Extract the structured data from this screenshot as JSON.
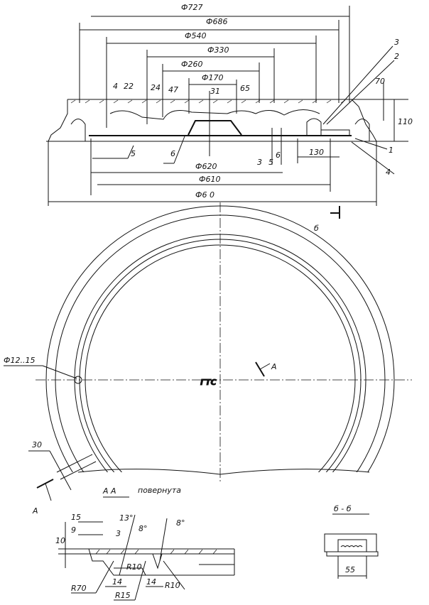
{
  "elevation": {
    "dims_top": [
      "Ф727",
      "Ф686",
      "Ф540",
      "Ф330",
      "Ф260",
      "Ф170"
    ],
    "dims_vertical": [
      "4",
      "22",
      "24",
      "47",
      "31",
      "65",
      "70",
      "110",
      "3",
      "5",
      "6"
    ],
    "dim_130": "130",
    "dims_bottom": [
      "Ф620",
      "Ф610",
      "Ф6 0"
    ],
    "callouts": [
      "1",
      "2",
      "3",
      "4",
      "5",
      "6"
    ]
  },
  "plan": {
    "section_mark": "б",
    "hole_label": "Ф12..15",
    "logo": "ГТС",
    "view_mark": "А",
    "dim_30": "30",
    "section_a": "А"
  },
  "section_aa": {
    "title": "А  А",
    "note": "повернута",
    "dims": [
      "15",
      "9",
      "10",
      "13°",
      "8°",
      "8°",
      "R70",
      "R10",
      "14",
      "R15",
      "14",
      "R10",
      "3"
    ]
  },
  "section_bb": {
    "title": "б - б",
    "dim": "55"
  }
}
